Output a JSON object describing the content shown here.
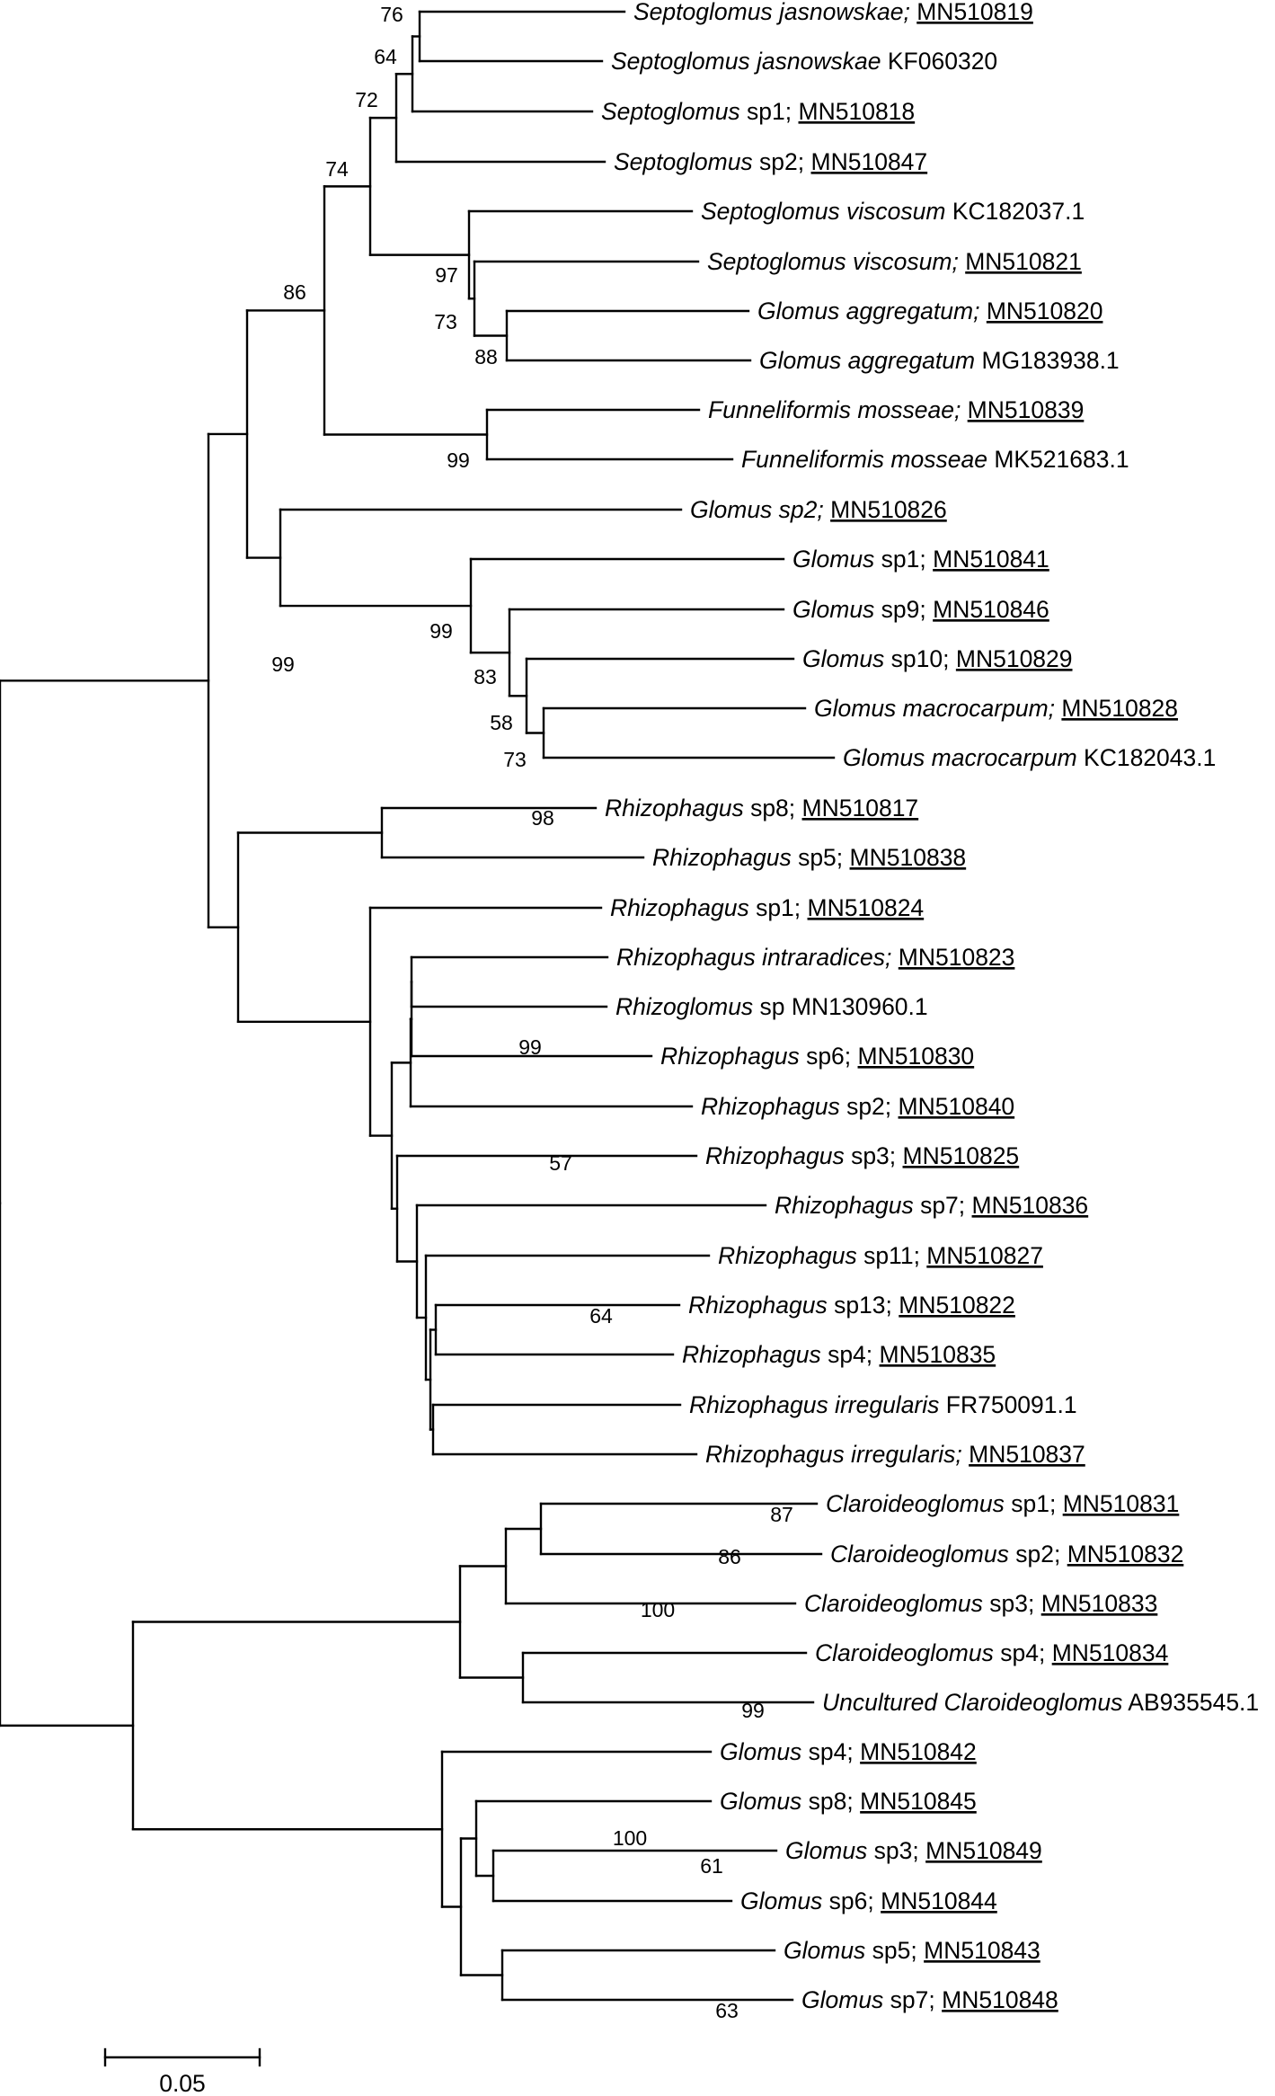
{
  "tree": {
    "scale_bar": {
      "label": "0.05",
      "length_units": 0.05
    },
    "taxa": [
      {
        "id": "t1",
        "italic": "Septoglomus jasnowskae",
        "sep": "; ",
        "plain": "",
        "accession": "MN510819"
      },
      {
        "id": "t2",
        "italic": "Septoglomus jasnowskae",
        "sep": "",
        "plain": " KF060320",
        "accession": ""
      },
      {
        "id": "t3",
        "italic": "Septoglomus",
        "sep": "",
        "plain": " sp1; ",
        "accession": "MN510818"
      },
      {
        "id": "t4",
        "italic": "Septoglomus",
        "sep": "",
        "plain": " sp2; ",
        "accession": "MN510847"
      },
      {
        "id": "t5",
        "italic": "Septoglomus viscosum",
        "sep": "",
        "plain": " KC182037.1",
        "accession": ""
      },
      {
        "id": "t6",
        "italic": "Septoglomus viscosum",
        "sep": "; ",
        "plain": "",
        "accession": "MN510821"
      },
      {
        "id": "t7",
        "italic": "Glomus aggregatum",
        "sep": "; ",
        "plain": "",
        "accession": "MN510820"
      },
      {
        "id": "t8",
        "italic": "Glomus aggregatum",
        "sep": "",
        "plain": " MG183938.1",
        "accession": ""
      },
      {
        "id": "t9",
        "italic": "Funneliformis mosseae",
        "sep": "; ",
        "plain": "",
        "accession": "MN510839"
      },
      {
        "id": "t10",
        "italic": "Funneliformis mosseae",
        "sep": "",
        "plain": " MK521683.1",
        "accession": ""
      },
      {
        "id": "t11",
        "italic": "Glomus sp2",
        "sep": "; ",
        "plain": "",
        "accession": "MN510826"
      },
      {
        "id": "t12",
        "italic": "Glomus",
        "sep": "",
        "plain": " sp1; ",
        "accession": "MN510841"
      },
      {
        "id": "t13",
        "italic": "Glomus",
        "sep": "",
        "plain": " sp9; ",
        "accession": "MN510846"
      },
      {
        "id": "t14",
        "italic": "Glomus",
        "sep": "",
        "plain": " sp10; ",
        "accession": "MN510829"
      },
      {
        "id": "t15",
        "italic": "Glomus macrocarpum",
        "sep": "; ",
        "plain": "",
        "accession": "MN510828"
      },
      {
        "id": "t16",
        "italic": "Glomus macrocarpum",
        "sep": "",
        "plain": " KC182043.1",
        "accession": ""
      },
      {
        "id": "t17",
        "italic": "Rhizophagus",
        "sep": "",
        "plain": " sp8; ",
        "accession": "MN510817"
      },
      {
        "id": "t18",
        "italic": "Rhizophagus",
        "sep": "",
        "plain": " sp5; ",
        "accession": "MN510838"
      },
      {
        "id": "t19",
        "italic": "Rhizophagus",
        "sep": "",
        "plain": " sp1; ",
        "accession": "MN510824"
      },
      {
        "id": "t20",
        "italic": "Rhizophagus intraradices",
        "sep": "; ",
        "plain": "",
        "accession": "MN510823"
      },
      {
        "id": "t21",
        "italic": "Rhizoglomus",
        "sep": "",
        "plain": " sp MN130960.1",
        "accession": ""
      },
      {
        "id": "t22",
        "italic": "Rhizophagus",
        "sep": "",
        "plain": " sp6; ",
        "accession": "MN510830"
      },
      {
        "id": "t23",
        "italic": "Rhizophagus",
        "sep": "",
        "plain": " sp2; ",
        "accession": "MN510840"
      },
      {
        "id": "t24",
        "italic": "Rhizophagus",
        "sep": "",
        "plain": " sp3; ",
        "accession": "MN510825"
      },
      {
        "id": "t25",
        "italic": "Rhizophagus",
        "sep": "",
        "plain": " sp7; ",
        "accession": "MN510836"
      },
      {
        "id": "t26",
        "italic": "Rhizophagus",
        "sep": "",
        "plain": " sp11; ",
        "accession": "MN510827"
      },
      {
        "id": "t27",
        "italic": "Rhizophagus",
        "sep": "",
        "plain": " sp13; ",
        "accession": "MN510822"
      },
      {
        "id": "t28",
        "italic": "Rhizophagus",
        "sep": "",
        "plain": " sp4; ",
        "accession": "MN510835"
      },
      {
        "id": "t29",
        "italic": "Rhizophagus irregularis",
        "sep": "",
        "plain": " FR750091.1",
        "accession": ""
      },
      {
        "id": "t30",
        "italic": "Rhizophagus irregularis",
        "sep": "; ",
        "plain": "",
        "accession": "MN510837"
      },
      {
        "id": "t31",
        "italic": "Claroideoglomus",
        "sep": "",
        "plain": " sp1; ",
        "accession": "MN510831"
      },
      {
        "id": "t32",
        "italic": "Claroideoglomus",
        "sep": "",
        "plain": " sp2; ",
        "accession": "MN510832"
      },
      {
        "id": "t33",
        "italic": "Claroideoglomus",
        "sep": "",
        "plain": " sp3; ",
        "accession": "MN510833"
      },
      {
        "id": "t34",
        "italic": "Claroideoglomus",
        "sep": "",
        "plain": " sp4; ",
        "accession": "MN510834"
      },
      {
        "id": "t35",
        "italic": "Uncultured Claroideoglomus",
        "sep": "",
        "plain": " AB935545.1",
        "accession": ""
      },
      {
        "id": "t36",
        "italic": "Glomus",
        "sep": "",
        "plain": " sp4; ",
        "accession": "MN510842"
      },
      {
        "id": "t37",
        "italic": "Glomus",
        "sep": "",
        "plain": " sp8; ",
        "accession": "MN510845"
      },
      {
        "id": "t38",
        "italic": "Glomus",
        "sep": "",
        "plain": " sp3; ",
        "accession": "MN510849"
      },
      {
        "id": "t39",
        "italic": "Glomus",
        "sep": "",
        "plain": " sp6; ",
        "accession": "MN510844"
      },
      {
        "id": "t40",
        "italic": "Glomus",
        "sep": "",
        "plain": " sp5; ",
        "accession": "MN510843"
      },
      {
        "id": "t41",
        "italic": "Glomus",
        "sep": "",
        "plain": " sp7; ",
        "accession": "MN510848"
      }
    ],
    "bootstrap": [
      {
        "node": "n_t1_t2",
        "value": "76"
      },
      {
        "node": "n_t1_t3",
        "value": "64"
      },
      {
        "node": "n_sep_core",
        "value": "72"
      },
      {
        "node": "n_sep_vis",
        "value": "74"
      },
      {
        "node": "n_sep_all",
        "value": "86"
      },
      {
        "node": "n_vis_agg",
        "value": "97"
      },
      {
        "node": "n_t6_agg",
        "value": "73"
      },
      {
        "node": "n_agg",
        "value": "88"
      },
      {
        "node": "n_funn",
        "value": "99"
      },
      {
        "node": "n_glo_clade",
        "value": "99"
      },
      {
        "node": "n_glo_83",
        "value": "83"
      },
      {
        "node": "n_glo_58",
        "value": "58"
      },
      {
        "node": "n_macro",
        "value": "73"
      },
      {
        "node": "n_glomeraceae",
        "value": "99"
      },
      {
        "node": "n_rh8_5",
        "value": "98"
      },
      {
        "node": "n_rh_main",
        "value": "99"
      },
      {
        "node": "n_rh_57",
        "value": "57"
      },
      {
        "node": "n_rh_64",
        "value": "64"
      },
      {
        "node": "n_claro_87",
        "value": "87"
      },
      {
        "node": "n_claro_86",
        "value": "86"
      },
      {
        "node": "n_claro",
        "value": "100"
      },
      {
        "node": "n_claro4",
        "value": "99"
      },
      {
        "node": "n_g2",
        "value": "100"
      },
      {
        "node": "n_g2_61",
        "value": "61"
      },
      {
        "node": "n_g2_63",
        "value": "63"
      }
    ]
  }
}
